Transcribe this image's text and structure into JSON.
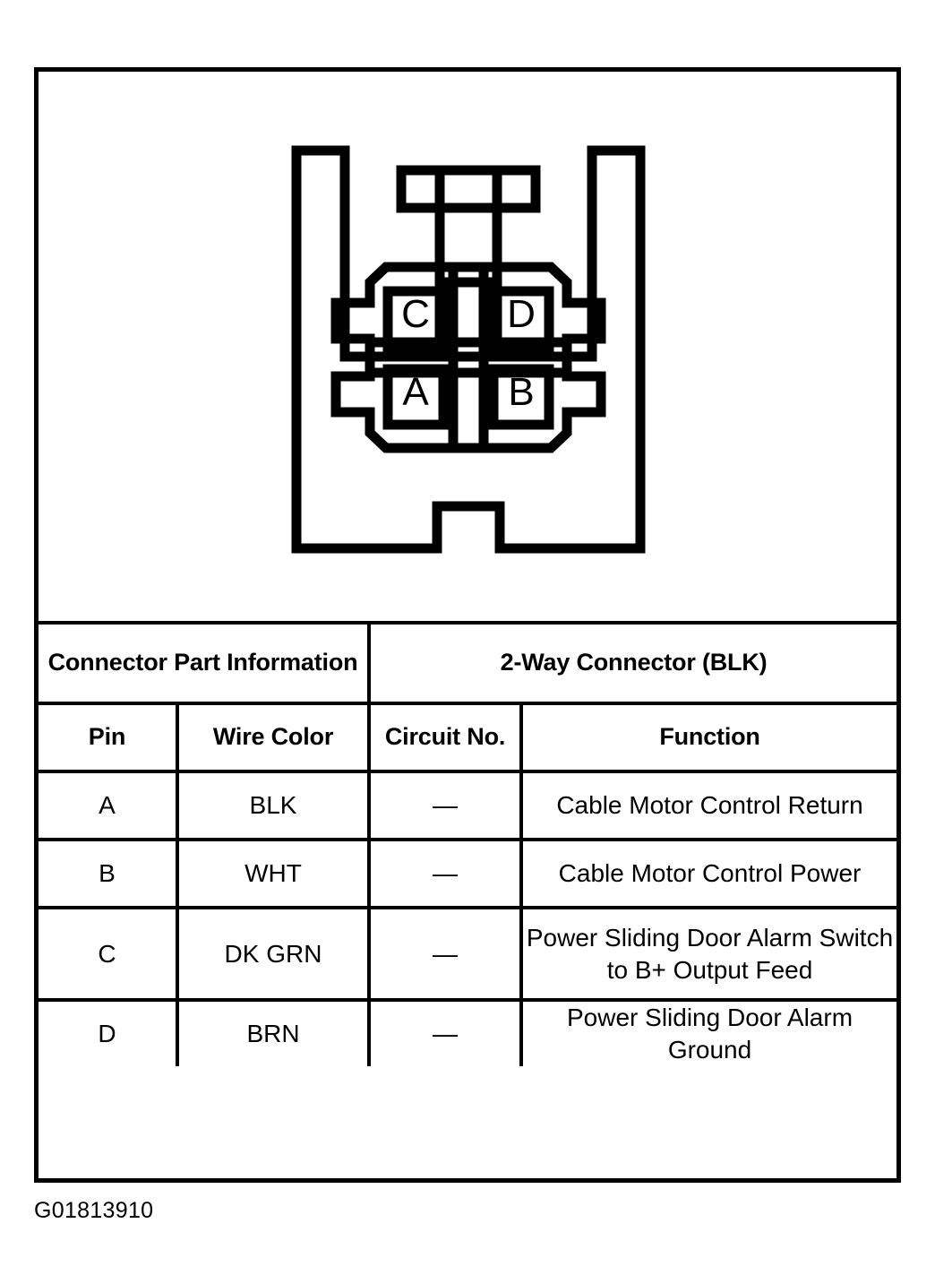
{
  "figure": {
    "caption": "G01813910",
    "connector": {
      "pin_labels": {
        "top_left": "C",
        "top_right": "D",
        "bottom_left": "A",
        "bottom_right": "B"
      }
    }
  },
  "table": {
    "header": {
      "part_information": "Connector Part Information",
      "connector_type": "2-Way Connector (BLK)",
      "columns": {
        "pin": "Pin",
        "wire_color": "Wire Color",
        "circuit_no": "Circuit No.",
        "function": "Function"
      }
    },
    "rows": [
      {
        "pin": "A",
        "wire_color": "BLK",
        "circuit_no": "—",
        "function": "Cable Motor Control Return"
      },
      {
        "pin": "B",
        "wire_color": "WHT",
        "circuit_no": "—",
        "function": "Cable Motor Control Power"
      },
      {
        "pin": "C",
        "wire_color": "DK GRN",
        "circuit_no": "—",
        "function": "Power Sliding Door Alarm Switch to B+ Output Feed"
      },
      {
        "pin": "D",
        "wire_color": "BRN",
        "circuit_no": "—",
        "function": "Power Sliding Door Alarm Ground"
      }
    ]
  },
  "colors": {
    "line": "#000000",
    "background": "#ffffff"
  }
}
